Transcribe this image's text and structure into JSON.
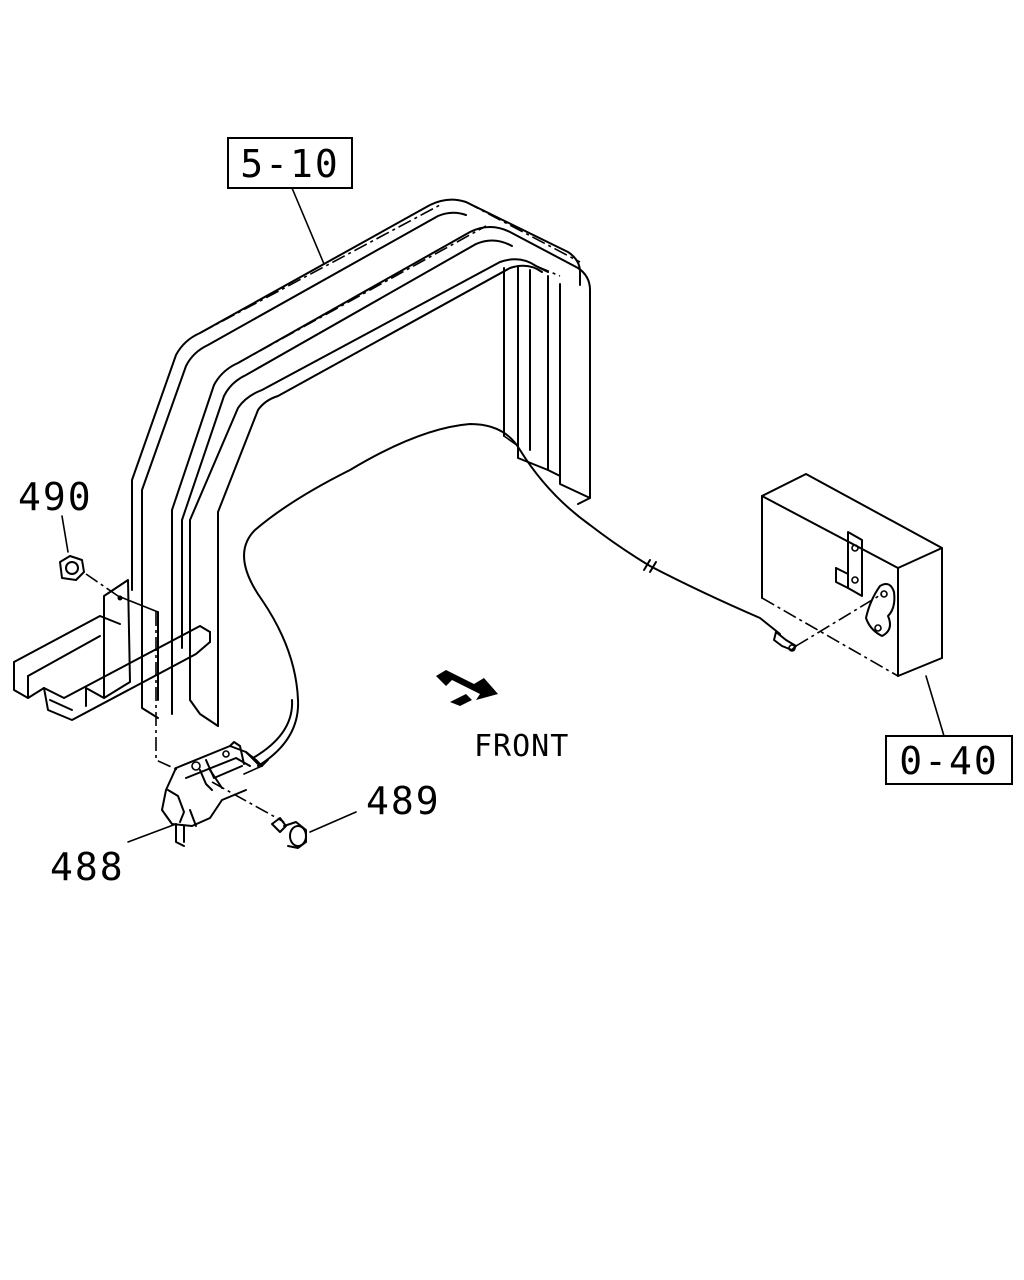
{
  "labels": {
    "ref_top": "5-10",
    "ref_right": "0-40",
    "part_490": "490",
    "part_489": "489",
    "part_488": "488",
    "front": "FRONT"
  },
  "icons": {
    "direction": "front-arrow-icon"
  }
}
